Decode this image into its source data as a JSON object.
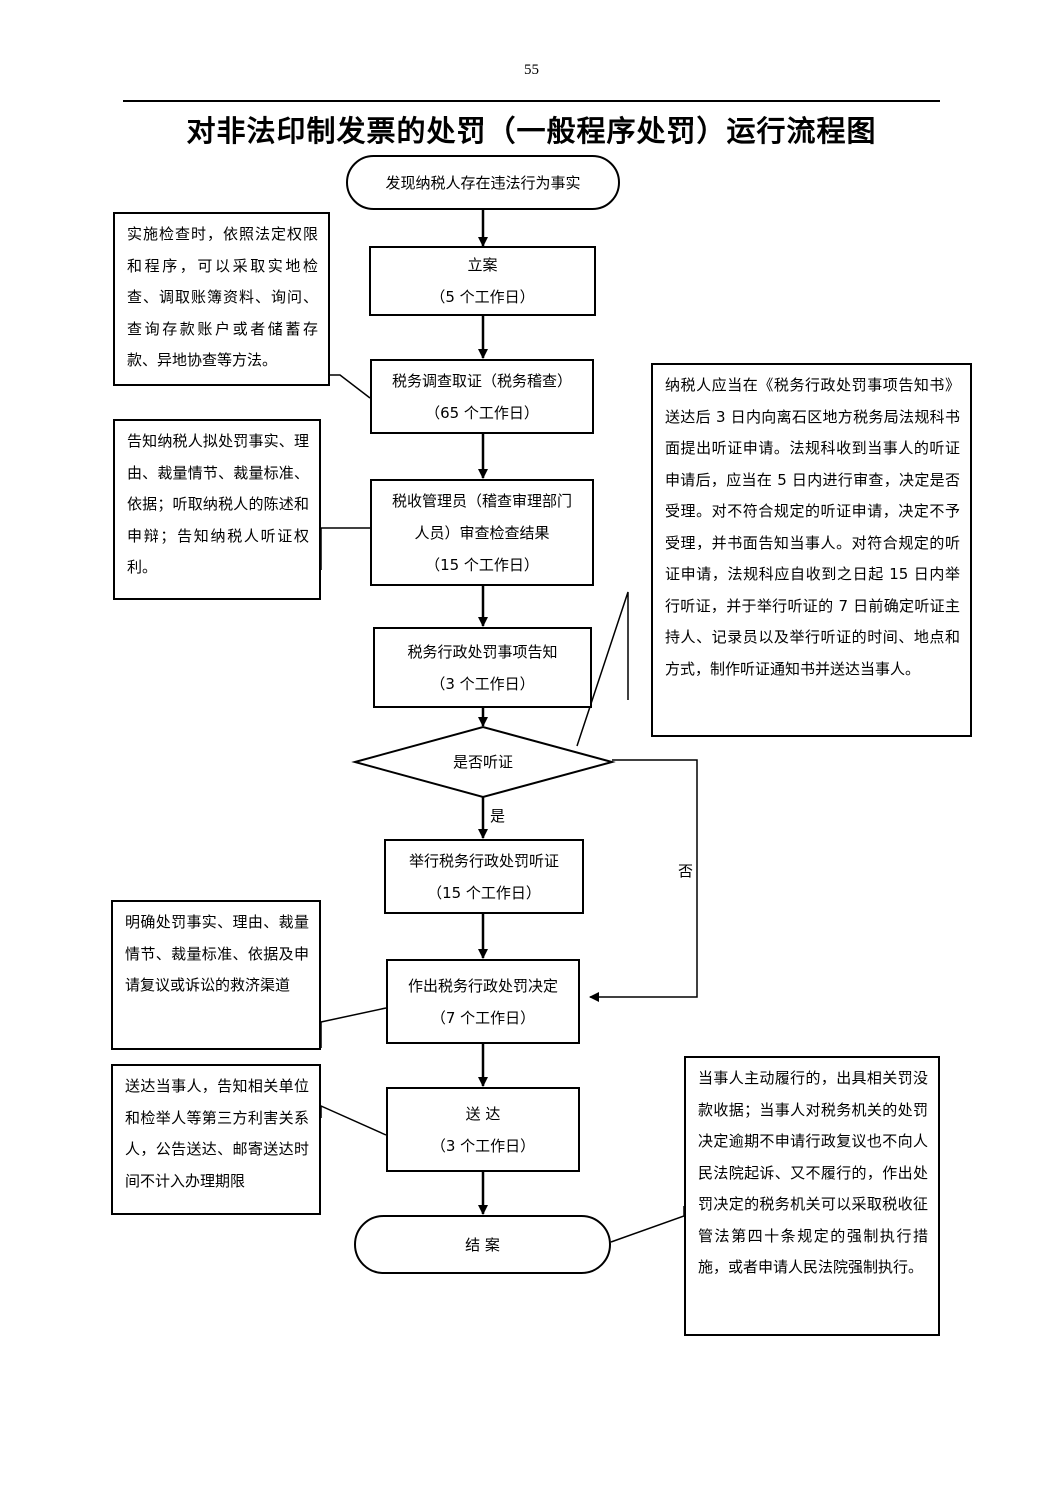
{
  "page_number": "55",
  "title": "对非法印制发票的处罚（一般程序处罚）运行流程图",
  "flow": {
    "start": "发现纳税人存在违法行为事实",
    "step1": {
      "name": "立案",
      "time": "（5 个工作日）"
    },
    "step2": {
      "name": "税务调查取证（税务稽查）",
      "time": "（65 个工作日）"
    },
    "step3": {
      "name_line1": "税收管理员（稽查审理部门",
      "name_line2": "人员）审查检查结果",
      "time": "（15 个工作日）"
    },
    "step4": {
      "name": "税务行政处罚事项告知",
      "time": "（3 个工作日）"
    },
    "decision": "是否听证",
    "yes": "是",
    "no": "否",
    "step5": {
      "name": "举行税务行政处罚听证",
      "time": "（15 个工作日）"
    },
    "step6": {
      "name": "作出税务行政处罚决定",
      "time": "（7 个工作日）"
    },
    "step7": {
      "name": "送 达",
      "time": "（3 个工作日）"
    },
    "end": "结 案"
  },
  "notes": {
    "note1": "实施检查时，依照法定权限和程序，可以采取实地检查、调取账簿资料、询问、查询存款账户或者储蓄存款、异地协查等方法。",
    "note2": "告知纳税人拟处罚事实、理由、裁量情节、裁量标准、依据；听取纳税人的陈述和申辩；告知纳税人听证权利。",
    "note3": "纳税人应当在《税务行政处罚事项告知书》送达后 3 日内向离石区地方税务局法规科书面提出听证申请。法规科收到当事人的听证申请后，应当在 5 日内进行审查，决定是否受理。对不符合规定的听证申请，决定不予受理，并书面告知当事人。对符合规定的听证申请，法规科应自收到之日起 15 日内举行听证，并于举行听证的 7 日前确定听证主持人、记录员以及举行听证的时间、地点和方式，制作听证通知书并送达当事人。",
    "note4": "明确处罚事实、理由、裁量情节、裁量标准、依据及申请复议或诉讼的救济渠道",
    "note5": "送达当事人，告知相关单位和检举人等第三方利害关系人，公告送达、邮寄送达时间不计入办理期限",
    "note6": "当事人主动履行的，出具相关罚没款收据；当事人对税务机关的处罚决定逾期不申请行政复议也不向人民法院起诉、又不履行的，作出处罚决定的税务机关可以采取税收征管法第四十条规定的强制执行措施，或者申请人民法院强制执行。"
  }
}
